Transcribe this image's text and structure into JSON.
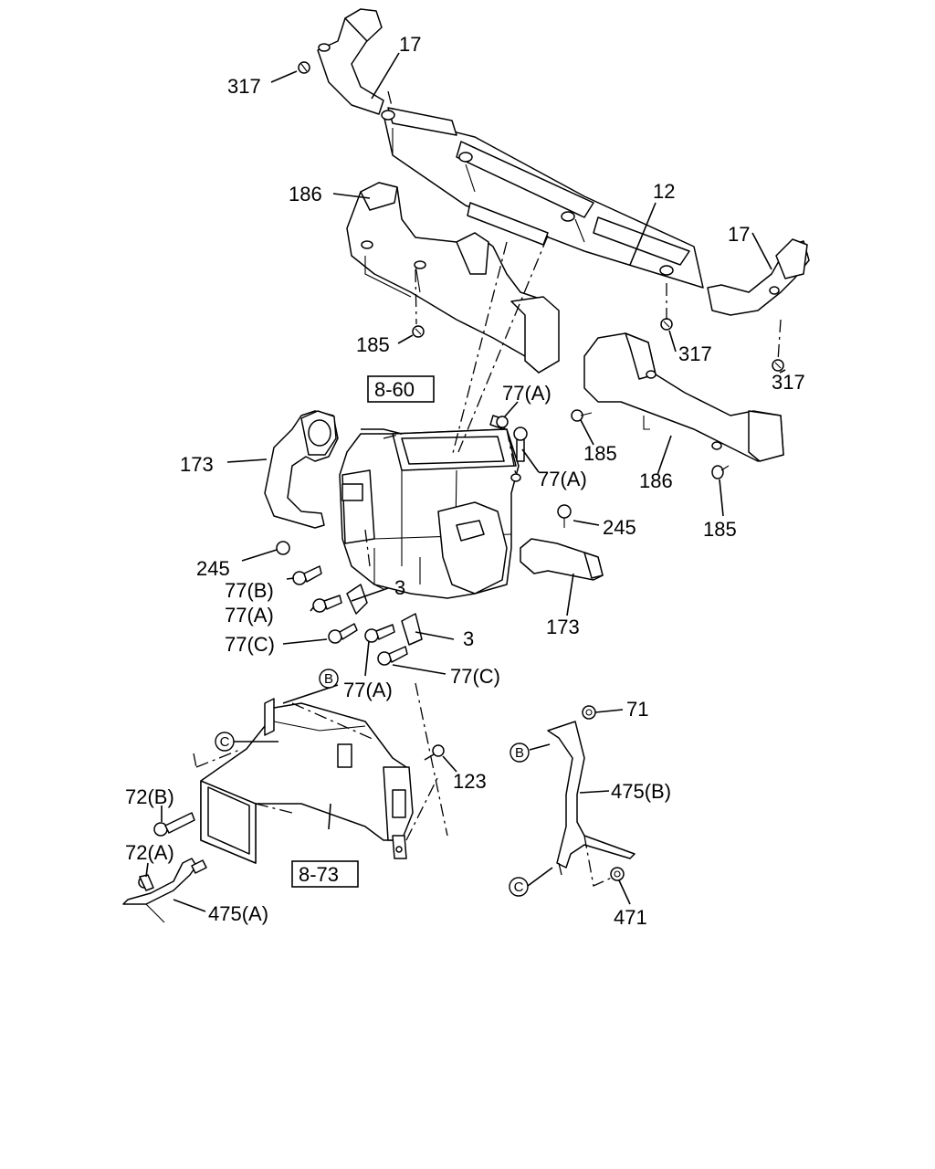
{
  "callouts": [
    {
      "id": "c317a",
      "text": "317"
    },
    {
      "id": "c17a",
      "text": "17"
    },
    {
      "id": "c12",
      "text": "12"
    },
    {
      "id": "c186a",
      "text": "186"
    },
    {
      "id": "c17b",
      "text": "17"
    },
    {
      "id": "c185a",
      "text": "185"
    },
    {
      "id": "c317b",
      "text": "317"
    },
    {
      "id": "c317c",
      "text": "317"
    },
    {
      "id": "c77a1",
      "text": "77(A)"
    },
    {
      "id": "c77a2",
      "text": "77(A)"
    },
    {
      "id": "c185b",
      "text": "185"
    },
    {
      "id": "c186b",
      "text": "186"
    },
    {
      "id": "c185c",
      "text": "185"
    },
    {
      "id": "c173a",
      "text": "173"
    },
    {
      "id": "c245a",
      "text": "245"
    },
    {
      "id": "c245b",
      "text": "245"
    },
    {
      "id": "c77b",
      "text": "77(B)"
    },
    {
      "id": "c3a",
      "text": "3"
    },
    {
      "id": "c77a3",
      "text": "77(A)"
    },
    {
      "id": "c173b",
      "text": "173"
    },
    {
      "id": "c77c1",
      "text": "77(C)"
    },
    {
      "id": "c3b",
      "text": "3"
    },
    {
      "id": "c77a4",
      "text": "77(A)"
    },
    {
      "id": "c77c2",
      "text": "77(C)"
    },
    {
      "id": "c71",
      "text": "71"
    },
    {
      "id": "c123",
      "text": "123"
    },
    {
      "id": "c475b",
      "text": "475(B)"
    },
    {
      "id": "c72b",
      "text": "72(B)"
    },
    {
      "id": "c72a",
      "text": "72(A)"
    },
    {
      "id": "c475a",
      "text": "475(A)"
    },
    {
      "id": "c471",
      "text": "471"
    }
  ],
  "refs": [
    {
      "id": "r860",
      "text": "8-60"
    },
    {
      "id": "r873",
      "text": "8-73"
    }
  ],
  "markers": [
    {
      "id": "mB1",
      "text": "B"
    },
    {
      "id": "mC1",
      "text": "C"
    },
    {
      "id": "mB2",
      "text": "B"
    },
    {
      "id": "mC2",
      "text": "C"
    }
  ]
}
